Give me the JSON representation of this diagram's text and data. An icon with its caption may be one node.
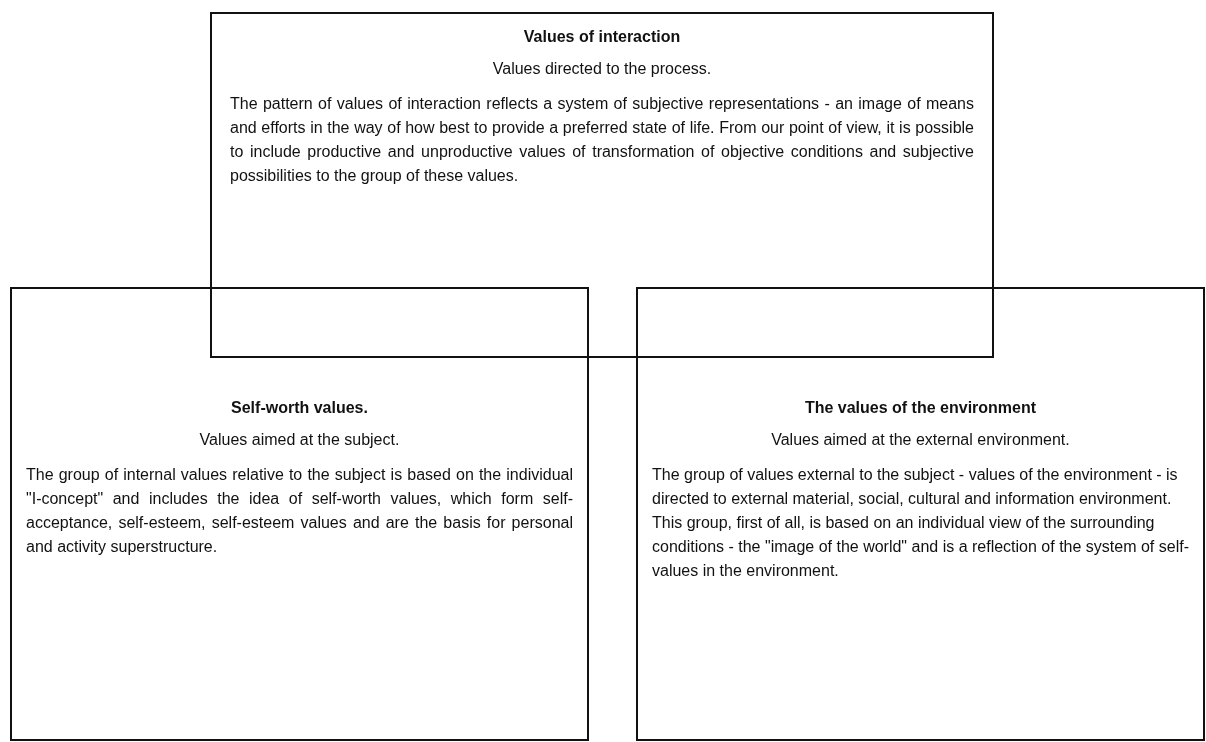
{
  "diagram": {
    "nodes": [
      {
        "text": [
          "Values of interaction",
          "Values directed to the process.",
          "The pattern of values of interaction reflects a system of subjective representations - an image of means and efforts in the way of how best to provide a preferred state of life. From our point of view, it is possible to include productive and unproductive values of transformation of objective conditions and subjective possibilities to the group of these values."
        ]
      },
      {
        "text": [
          "Self-worth values.",
          "Values aimed at the subject.",
          "The group of internal values relative to the subject is based on the individual \"I-concept\" and includes the idea of self-worth values, which form self-acceptance, self-esteem, self-esteem values and are the basis for personal and activity superstructure."
        ]
      },
      {
        "text": [
          "The values of the environment",
          "Values aimed at the external environment.",
          "The group of values external to the subject - values of the environment - is directed to external material, social, cultural and information environment. This group, first of all, is based on an individual view of the surrounding conditions - the \"image of the world\" and is a reflection of the system of self-values in the environment."
        ]
      }
    ]
  }
}
